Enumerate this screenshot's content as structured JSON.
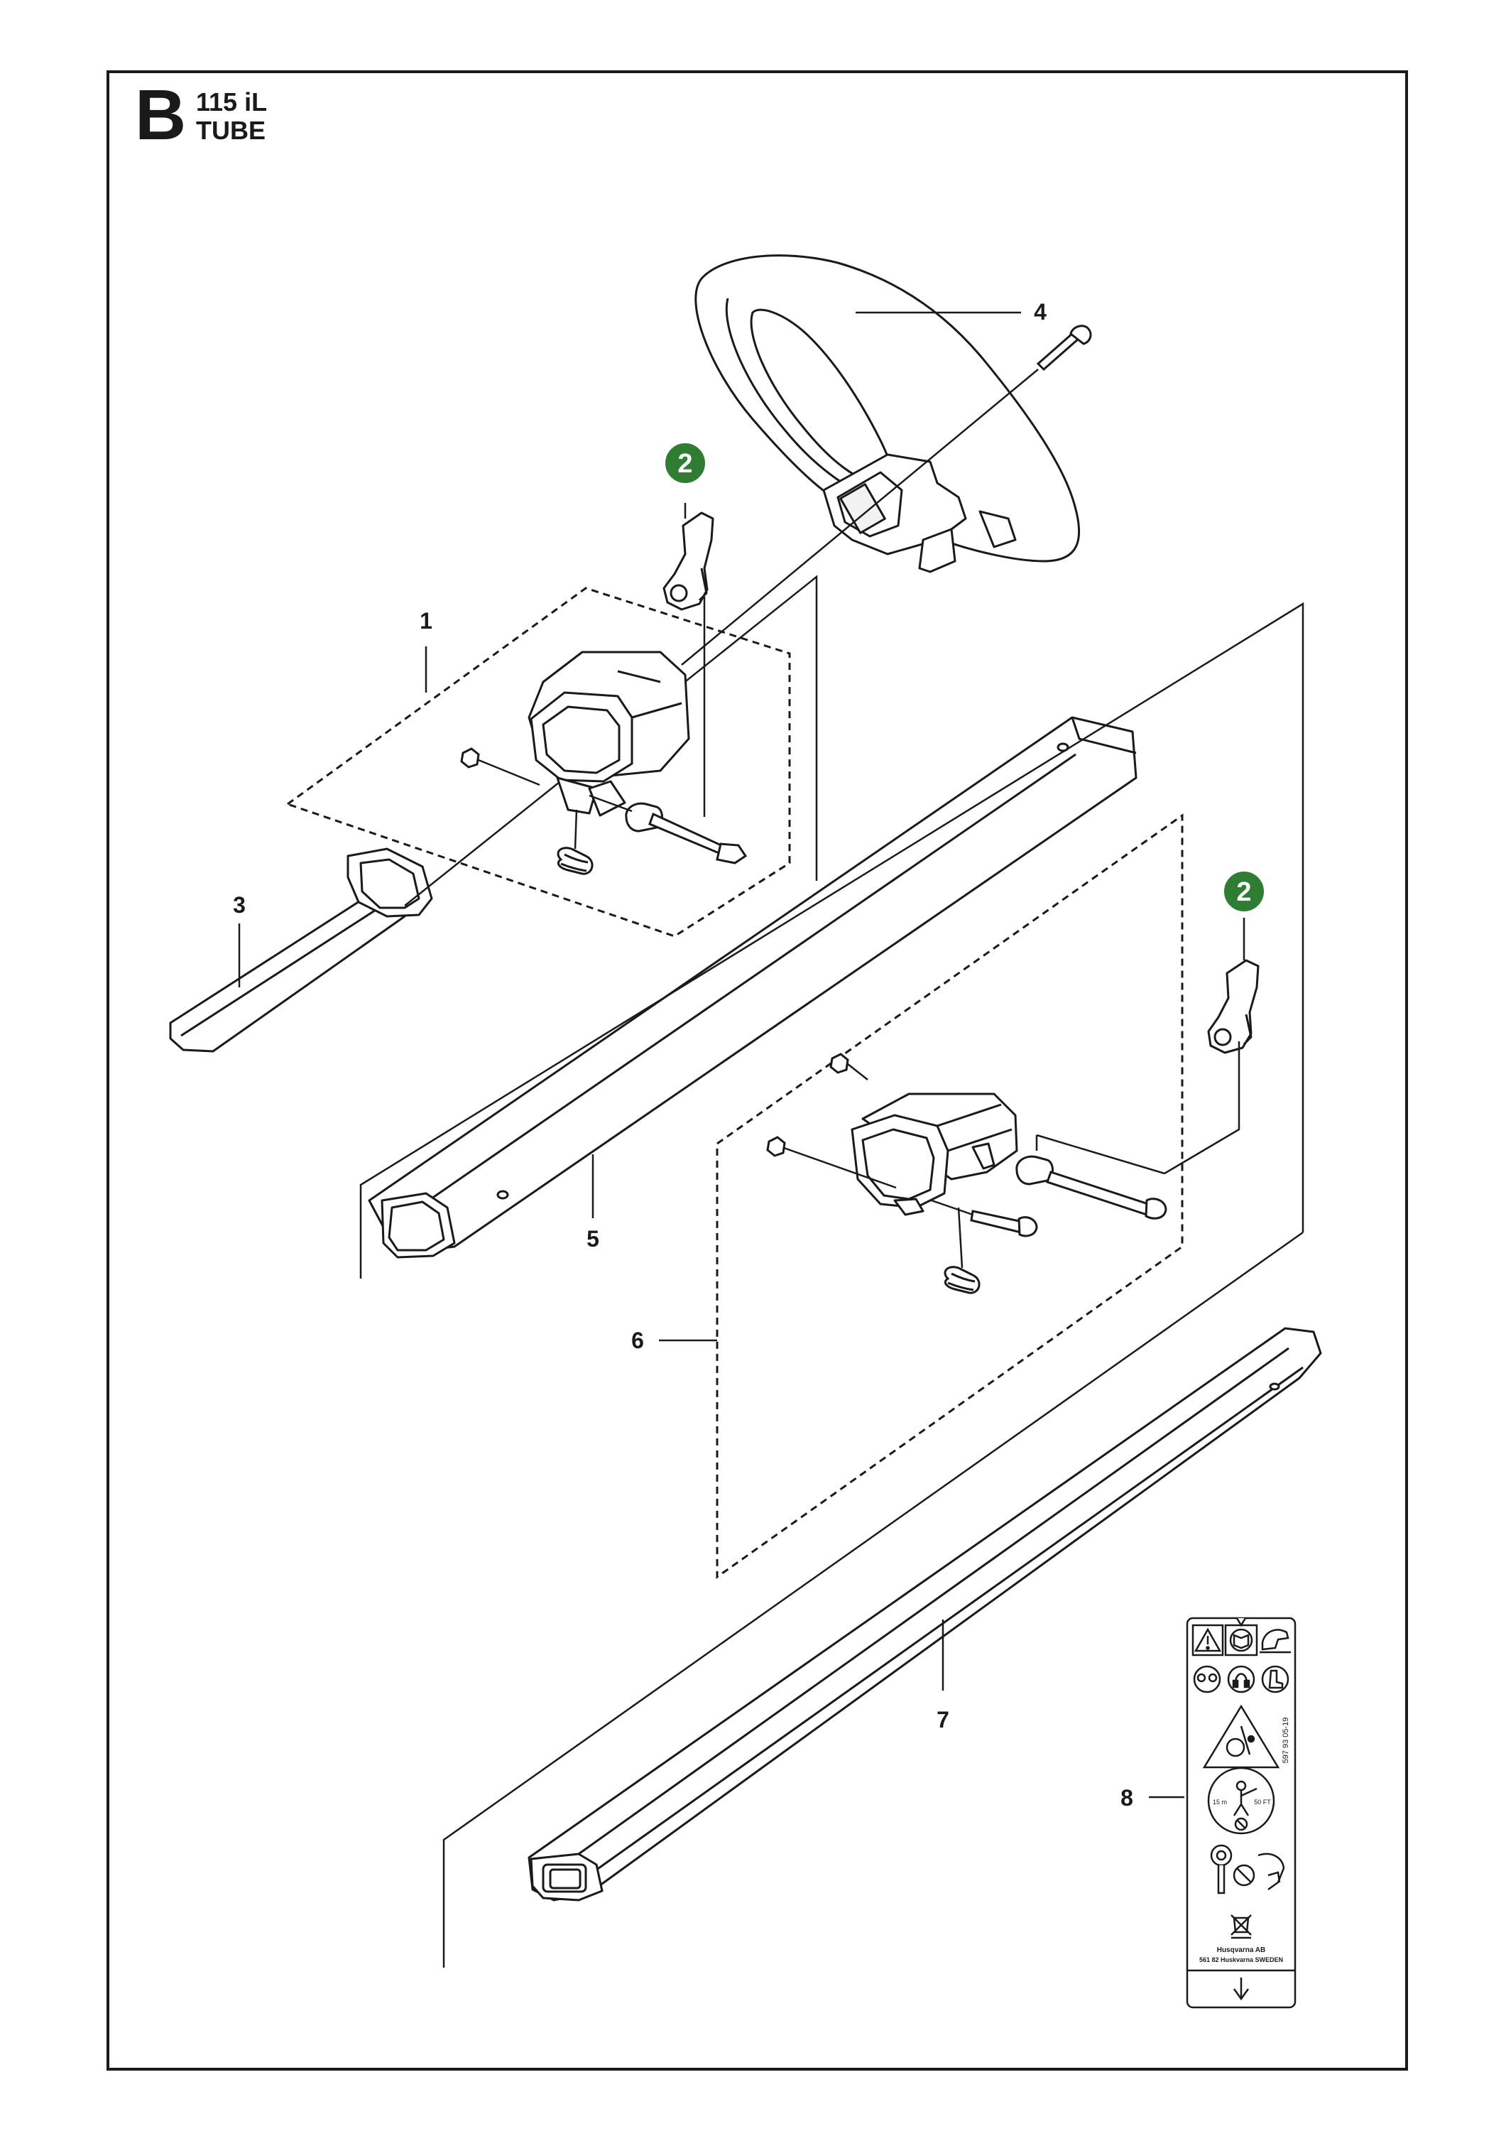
{
  "header": {
    "section_letter": "B",
    "model": "115 iL",
    "section_name": "TUBE"
  },
  "callouts": [
    {
      "number": "1"
    },
    {
      "number": "2"
    },
    {
      "number": "2"
    },
    {
      "number": "3"
    },
    {
      "number": "4"
    },
    {
      "number": "5"
    },
    {
      "number": "6"
    },
    {
      "number": "7"
    },
    {
      "number": "8"
    }
  ],
  "decal": {
    "side_code": "597 93 05-19",
    "maker_line1": "Husqvarna AB",
    "maker_line2": "561 82 Huskvarna SWEDEN",
    "icons": [
      "warning-triangle-icon",
      "read-manual-icon",
      "hand-icon",
      "eye-protection-icon",
      "ear-protection-icon",
      "boots-icon",
      "thrown-objects-icon",
      "distance-15m-icon",
      "no-blade-icon",
      "cutting-guard-icon",
      "recycle-bin-icon",
      "arrow-down-icon"
    ],
    "distance_labels": [
      "15 m",
      "50 FT"
    ]
  },
  "colors": {
    "line": "#1a1a1a",
    "badge": "#2e7d32",
    "badge_text": "#ffffff",
    "part_fill": "#ffffff"
  }
}
